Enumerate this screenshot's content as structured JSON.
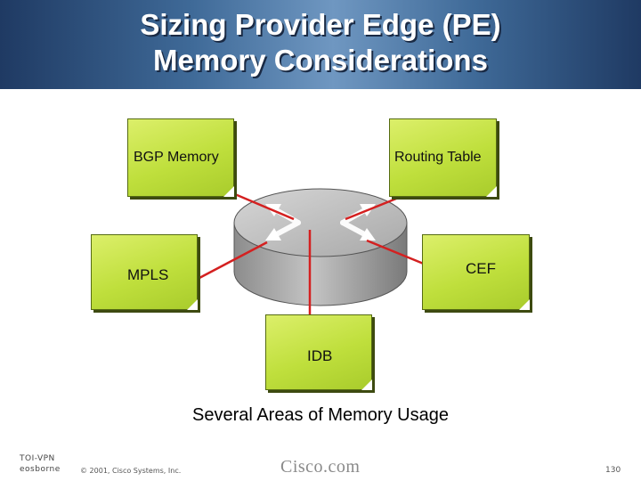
{
  "slide": {
    "title_line1": "Sizing Provider Edge (PE)",
    "title_line2": "Memory Considerations",
    "caption": "Several Areas of Memory Usage"
  },
  "diagram": {
    "boxes": {
      "bgp": "BGP Memory",
      "routing": "Routing Table",
      "mpls": "MPLS",
      "cef": "CEF",
      "idb": "IDB"
    },
    "colors": {
      "note_fill": "#bfdf3c",
      "arrow": "#d42020",
      "router_body": "#a9a9a9",
      "title_band": "#3f6a98"
    },
    "icon": "router-icon"
  },
  "footer": {
    "course_line1": "TOI-VPN",
    "course_line2": "eosborne",
    "copyright": "© 2001, Cisco Systems, Inc.",
    "brand": "Cisco.com",
    "page": "130"
  }
}
